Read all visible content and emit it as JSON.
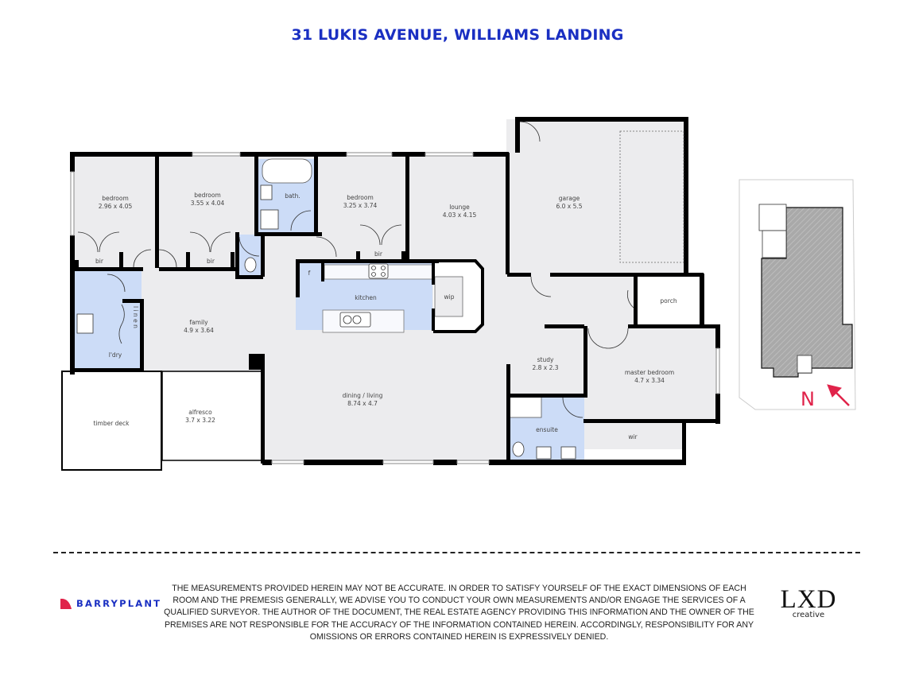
{
  "header": {
    "title": "31 LUKIS AVENUE, WILLIAMS LANDING"
  },
  "colors": {
    "title": "#1a2fc2",
    "wet_area": "#ccdcf7",
    "room": "#ececee",
    "wall": "#000000",
    "north": "#e0234a",
    "brand_mark": "#e0234a"
  },
  "rooms": {
    "bedroom1": {
      "name": "bedroom",
      "size": "2.96 x 4.05"
    },
    "bedroom2": {
      "name": "bedroom",
      "size": "3.55 x 4.04"
    },
    "bath": {
      "name": "bath."
    },
    "bedroom3": {
      "name": "bedroom",
      "size": "3.25 x 3.74"
    },
    "lounge": {
      "name": "lounge",
      "size": "4.03 x 4.15"
    },
    "garage": {
      "name": "garage",
      "size": "6.0 x 5.5"
    },
    "bir1": {
      "name": "bir"
    },
    "bir2": {
      "name": "bir"
    },
    "bir3": {
      "name": "bir"
    },
    "fridge": {
      "name": "f"
    },
    "kitchen": {
      "name": "kitchen"
    },
    "wip": {
      "name": "wip"
    },
    "porch": {
      "name": "porch"
    },
    "linen": {
      "name": "l i n e n"
    },
    "family": {
      "name": "family",
      "size": "4.9 x 3.64"
    },
    "laundry": {
      "name": "l'dry"
    },
    "study": {
      "name": "study",
      "size": "2.8 x 2.3"
    },
    "master": {
      "name": "master bedroom",
      "size": "4.7 x 3.34"
    },
    "dining": {
      "name": "dining / living",
      "size": "8.74 x 4.7"
    },
    "ensuite": {
      "name": "ensuite"
    },
    "wir": {
      "name": "wir"
    },
    "timber_deck": {
      "name": "timber deck"
    },
    "alfresco": {
      "name": "alfresco",
      "size": "3.7 x 3.22"
    }
  },
  "site_plan": {
    "north_label": "N"
  },
  "footer": {
    "brand": "BARRYPLANT",
    "disclaimer": "THE MEASUREMENTS PROVIDED HEREIN MAY NOT BE ACCURATE. IN ORDER TO SATISFY YOURSELF OF THE EXACT DIMENSIONS OF EACH ROOM AND THE PREMESIS GENERALLY, WE ADVISE YOU TO CONDUCT YOUR OWN MEASUREMENTS AND/OR ENGAGE THE SERVICES OF A QUALIFIED SURVEYOR. THE AUTHOR OF THE DOCUMENT, THE REAL ESTATE AGENCY PROVIDING THIS INFORMATION AND THE OWNER OF THE PREMISES ARE NOT RESPONSIBLE FOR THE ACCURACY OF THE INFORMATION CONTAINED HEREIN. ACCORDINGLY, RESPONSIBILITY FOR ANY OMISSIONS OR ERRORS CONTAINED HEREIN IS EXPRESSIVELY DENIED.",
    "studio_logo": "LXD",
    "studio_sub": "creative"
  }
}
